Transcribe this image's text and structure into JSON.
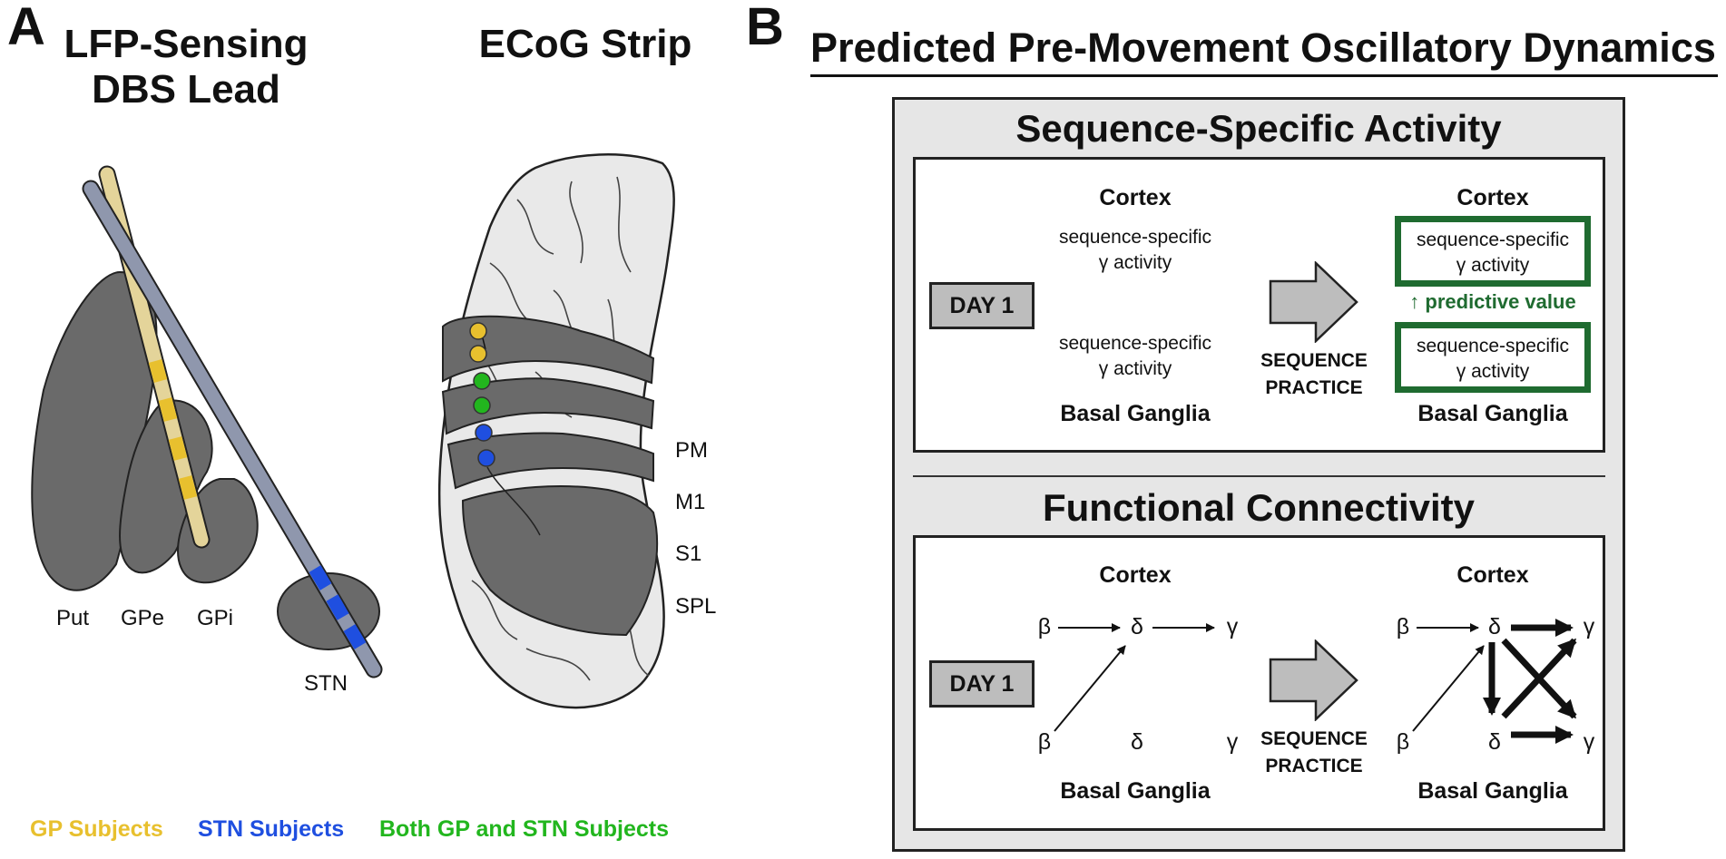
{
  "panel_a": {
    "letter": "A",
    "dbs_title_line1": "LFP-Sensing",
    "dbs_title_line2": "DBS Lead",
    "ecog_title": "ECoG Strip",
    "region_labels": {
      "put": "Put",
      "gpe": "GPe",
      "gpi": "GPi",
      "stn": "STN"
    },
    "cortex_labels": {
      "pm": "PM",
      "m1": "M1",
      "s1": "S1",
      "spl": "SPL"
    },
    "legend": [
      {
        "label": "GP Subjects",
        "color": "#e8c02e"
      },
      {
        "label": "STN Subjects",
        "color": "#1f4fe0"
      },
      {
        "label": "Both GP and STN Subjects",
        "color": "#22b61e"
      }
    ]
  },
  "panel_b": {
    "letter": "B",
    "title": "Predicted Pre-Movement Oscillatory Dynamics",
    "sections": [
      {
        "title": "Sequence-Specific Activity",
        "day_label": "DAY 1",
        "practice_line1": "SEQUENCE",
        "practice_line2": "PRACTICE",
        "before": {
          "top_label": "Cortex",
          "top_text_line1": "sequence-specific",
          "top_text_line2": "γ activity",
          "bottom_text_line1": "sequence-specific",
          "bottom_text_line2": "γ activity",
          "bottom_label": "Basal Ganglia"
        },
        "after": {
          "top_label": "Cortex",
          "top_text_line1": "sequence-specific",
          "top_text_line2": "γ activity",
          "predictive": "↑ predictive value",
          "bottom_text_line1": "sequence-specific",
          "bottom_text_line2": "γ activity",
          "bottom_label": "Basal Ganglia"
        }
      },
      {
        "title": "Functional Connectivity",
        "day_label": "DAY 1",
        "practice_line1": "SEQUENCE",
        "practice_line2": "PRACTICE",
        "before": {
          "top_label": "Cortex",
          "bottom_label": "Basal Ganglia",
          "nodes": {
            "beta": "β",
            "delta": "δ",
            "gamma": "γ"
          }
        },
        "after": {
          "top_label": "Cortex",
          "bottom_label": "Basal Ganglia",
          "nodes": {
            "beta": "β",
            "delta": "δ",
            "gamma": "γ"
          }
        }
      }
    ]
  },
  "colors": {
    "lead_gp": "#e4d49a",
    "lead_stn": "#8f97ad",
    "contact_gp": "#e8c02e",
    "contact_stn": "#1f4fe0",
    "contact_both": "#22b61e",
    "structure": "#6a6a6a",
    "highlight_green": "#1f6b30",
    "panel_bg": "#e6e6e6"
  }
}
